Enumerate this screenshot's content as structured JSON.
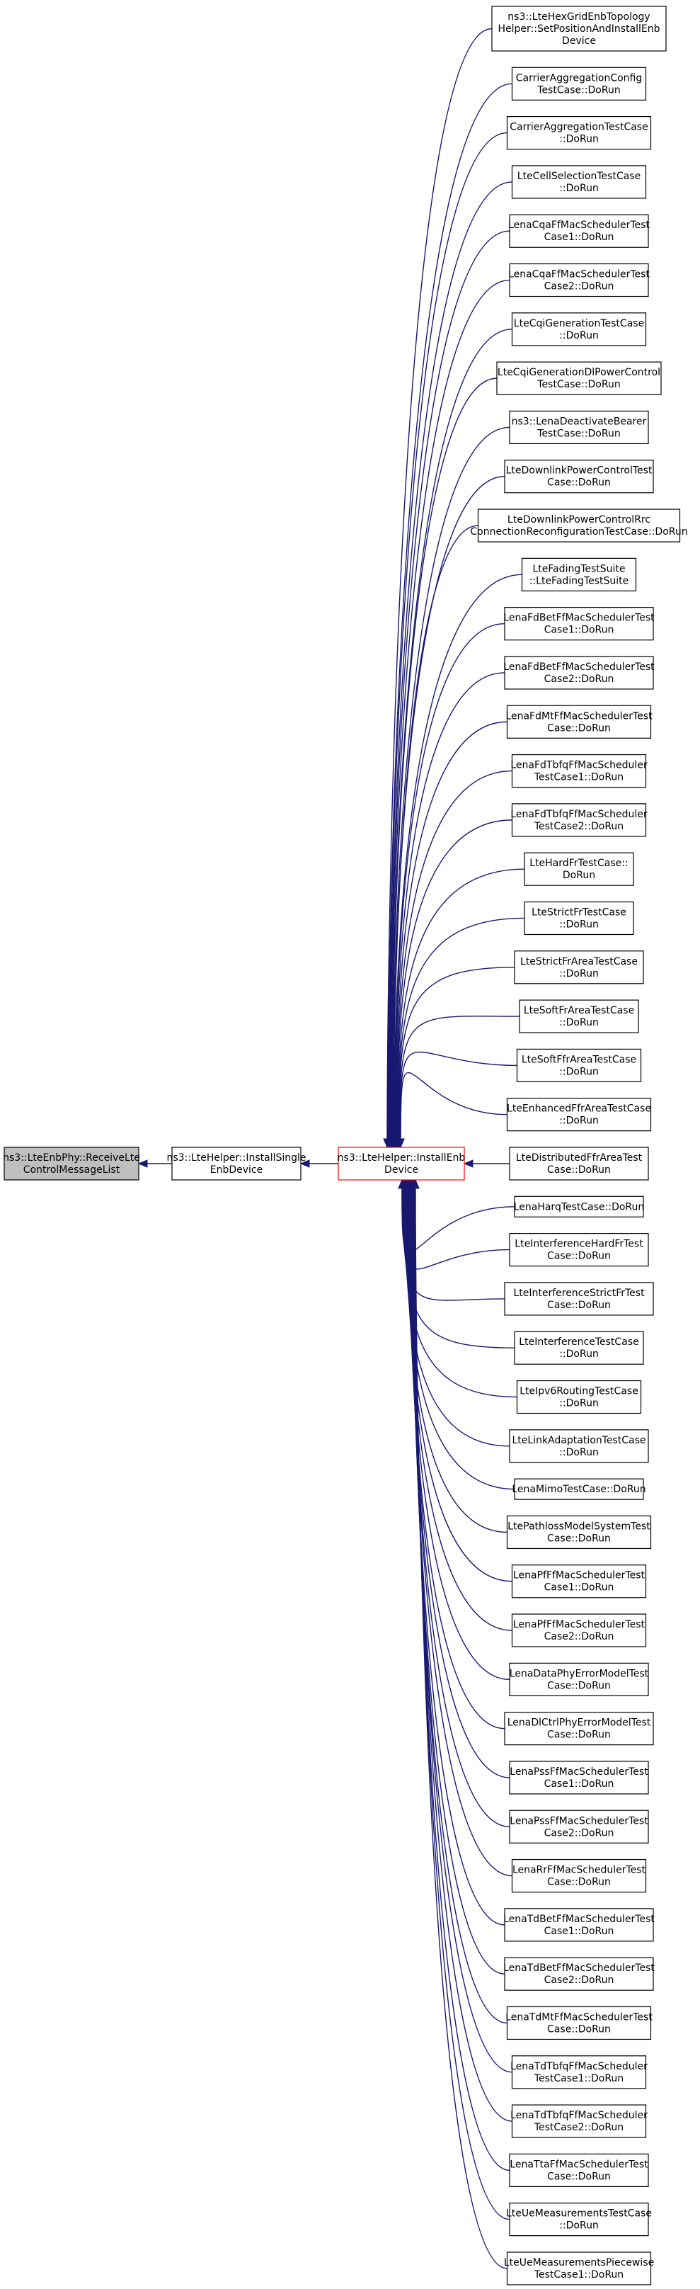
{
  "diagram": {
    "focus_node": {
      "lines": [
        "ns3::LteEnbPhy::ReceiveLte",
        "ControlMessageList"
      ]
    },
    "middle_node": {
      "lines": [
        "ns3::LteHelper::InstallSingle",
        "EnbDevice"
      ]
    },
    "hub_node": {
      "lines": [
        "ns3::LteHelper::InstallEnb",
        "Device"
      ]
    },
    "callers": [
      {
        "lines": [
          "ns3::LteHexGridEnbTopology",
          "Helper::SetPositionAndInstallEnb",
          "Device"
        ]
      },
      {
        "lines": [
          "CarrierAggregationConfig",
          "TestCase::DoRun"
        ]
      },
      {
        "lines": [
          "CarrierAggregationTestCase",
          "::DoRun"
        ]
      },
      {
        "lines": [
          "LteCellSelectionTestCase",
          "::DoRun"
        ]
      },
      {
        "lines": [
          "LenaCqaFfMacSchedulerTest",
          "Case1::DoRun"
        ]
      },
      {
        "lines": [
          "LenaCqaFfMacSchedulerTest",
          "Case2::DoRun"
        ]
      },
      {
        "lines": [
          "LteCqiGenerationTestCase",
          "::DoRun"
        ]
      },
      {
        "lines": [
          "LteCqiGenerationDlPowerControl",
          "TestCase::DoRun"
        ]
      },
      {
        "lines": [
          "ns3::LenaDeactivateBearer",
          "TestCase::DoRun"
        ]
      },
      {
        "lines": [
          "LteDownlinkPowerControlTest",
          "Case::DoRun"
        ]
      },
      {
        "lines": [
          "LteDownlinkPowerControlRrc",
          "ConnectionReconfigurationTestCase::DoRun"
        ]
      },
      {
        "lines": [
          "LteFadingTestSuite",
          "::LteFadingTestSuite"
        ]
      },
      {
        "lines": [
          "LenaFdBetFfMacSchedulerTest",
          "Case1::DoRun"
        ]
      },
      {
        "lines": [
          "LenaFdBetFfMacSchedulerTest",
          "Case2::DoRun"
        ]
      },
      {
        "lines": [
          "LenaFdMtFfMacSchedulerTest",
          "Case::DoRun"
        ]
      },
      {
        "lines": [
          "LenaFdTbfqFfMacScheduler",
          "TestCase1::DoRun"
        ]
      },
      {
        "lines": [
          "LenaFdTbfqFfMacScheduler",
          "TestCase2::DoRun"
        ]
      },
      {
        "lines": [
          "LteHardFrTestCase::",
          "DoRun"
        ]
      },
      {
        "lines": [
          "LteStrictFrTestCase",
          "::DoRun"
        ]
      },
      {
        "lines": [
          "LteStrictFrAreaTestCase",
          "::DoRun"
        ]
      },
      {
        "lines": [
          "LteSoftFrAreaTestCase",
          "::DoRun"
        ]
      },
      {
        "lines": [
          "LteSoftFfrAreaTestCase",
          "::DoRun"
        ]
      },
      {
        "lines": [
          "LteEnhancedFfrAreaTestCase",
          "::DoRun"
        ]
      },
      {
        "lines": [
          "LteDistributedFfrAreaTest",
          "Case::DoRun"
        ]
      },
      {
        "lines": [
          "LenaHarqTestCase::DoRun"
        ]
      },
      {
        "lines": [
          "LteInterferenceHardFrTest",
          "Case::DoRun"
        ]
      },
      {
        "lines": [
          "LteInterferenceStrictFrTest",
          "Case::DoRun"
        ]
      },
      {
        "lines": [
          "LteInterferenceTestCase",
          "::DoRun"
        ]
      },
      {
        "lines": [
          "LteIpv6RoutingTestCase",
          "::DoRun"
        ]
      },
      {
        "lines": [
          "LteLinkAdaptationTestCase",
          "::DoRun"
        ]
      },
      {
        "lines": [
          "LenaMimoTestCase::DoRun"
        ]
      },
      {
        "lines": [
          "LtePathlossModelSystemTest",
          "Case::DoRun"
        ]
      },
      {
        "lines": [
          "LenaPfFfMacSchedulerTest",
          "Case1::DoRun"
        ]
      },
      {
        "lines": [
          "LenaPfFfMacSchedulerTest",
          "Case2::DoRun"
        ]
      },
      {
        "lines": [
          "LenaDataPhyErrorModelTest",
          "Case::DoRun"
        ]
      },
      {
        "lines": [
          "LenaDlCtrlPhyErrorModelTest",
          "Case::DoRun"
        ]
      },
      {
        "lines": [
          "LenaPssFfMacSchedulerTest",
          "Case1::DoRun"
        ]
      },
      {
        "lines": [
          "LenaPssFfMacSchedulerTest",
          "Case2::DoRun"
        ]
      },
      {
        "lines": [
          "LenaRrFfMacSchedulerTest",
          "Case::DoRun"
        ]
      },
      {
        "lines": [
          "LenaTdBetFfMacSchedulerTest",
          "Case1::DoRun"
        ]
      },
      {
        "lines": [
          "LenaTdBetFfMacSchedulerTest",
          "Case2::DoRun"
        ]
      },
      {
        "lines": [
          "LenaTdMtFfMacSchedulerTest",
          "Case::DoRun"
        ]
      },
      {
        "lines": [
          "LenaTdTbfqFfMacScheduler",
          "TestCase1::DoRun"
        ]
      },
      {
        "lines": [
          "LenaTdTbfqFfMacScheduler",
          "TestCase2::DoRun"
        ]
      },
      {
        "lines": [
          "LenaTtaFfMacSchedulerTest",
          "Case::DoRun"
        ]
      },
      {
        "lines": [
          "LteUeMeasurementsTestCase",
          "::DoRun"
        ]
      },
      {
        "lines": [
          "LteUeMeasurementsPiecewise",
          "TestCase1::DoRun"
        ]
      }
    ],
    "colors": {
      "edge": "#191970",
      "focus_fill": "#bfbfbf",
      "focus_border": "#000000",
      "hub_border": "#ff0000",
      "node_border": "#000000",
      "node_fill": "#ffffff"
    }
  }
}
